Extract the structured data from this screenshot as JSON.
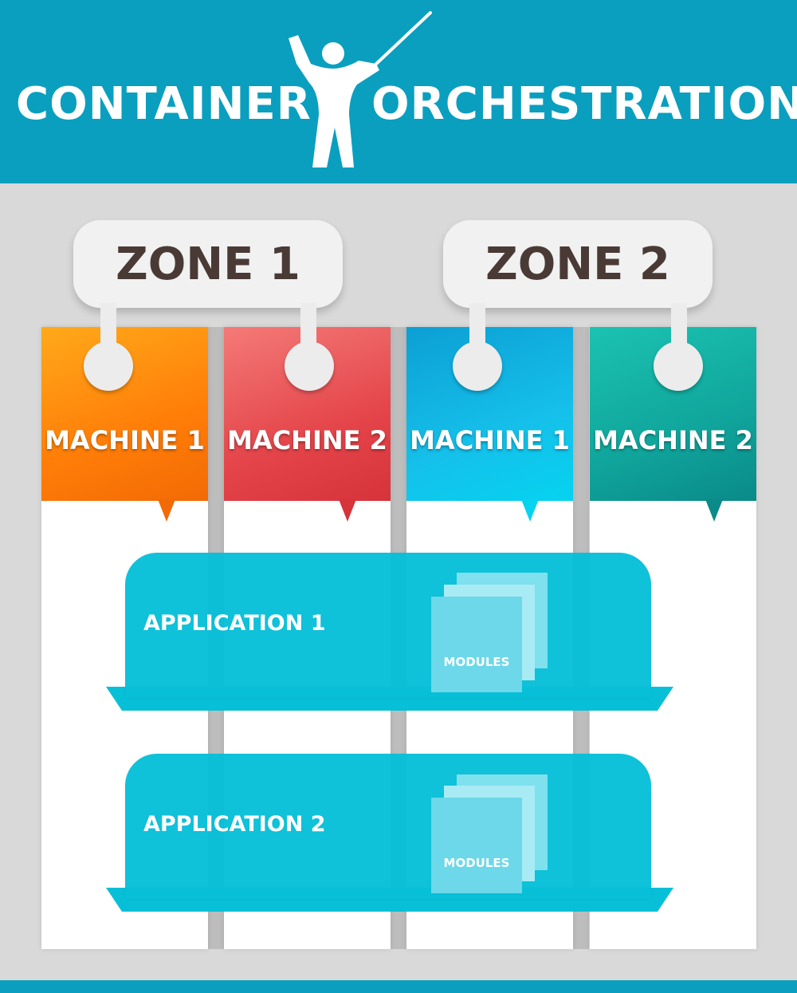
{
  "header": {
    "title_left": "CONTAINER",
    "title_right": "ORCHESTRATION",
    "icon": "conductor-icon"
  },
  "zones": [
    {
      "label": "ZONE 1"
    },
    {
      "label": "ZONE 2"
    }
  ],
  "machines": [
    {
      "label": "MACHINE 1",
      "zone": "ZONE 1",
      "color": "#ff8a0a"
    },
    {
      "label": "MACHINE 2",
      "zone": "ZONE 1",
      "color": "#e4454a"
    },
    {
      "label": "MACHINE 1",
      "zone": "ZONE 2",
      "color": "#0db6e4"
    },
    {
      "label": "MACHINE 2",
      "zone": "ZONE 2",
      "color": "#10a59c"
    }
  ],
  "applications": [
    {
      "label": "APPLICATION 1",
      "modules_label": "MODULES"
    },
    {
      "label": "APPLICATION 2",
      "modules_label": "MODULES"
    }
  ],
  "colors": {
    "brand": "#0a9fbf",
    "application": "#08bfd8",
    "background": "#d9d9d9"
  }
}
